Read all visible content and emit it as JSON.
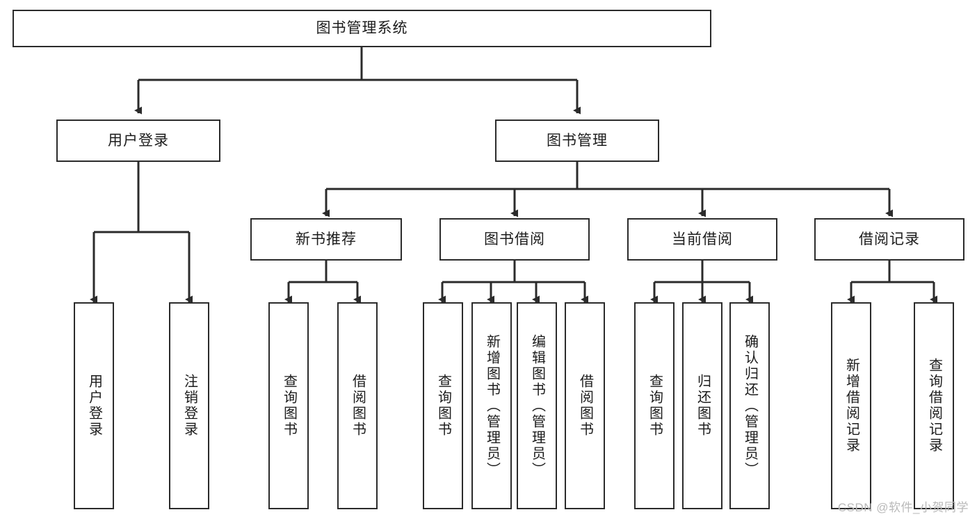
{
  "diagram": {
    "title": "图书管理系统",
    "type": "tree",
    "watermark": "CSDN @软件_小贺同学",
    "stroke_color": "#2b2b2b",
    "fill_color": "#ffffff",
    "text_color": "#1c1c1c",
    "watermark_color": "#b9b9b9"
  },
  "nodes": {
    "root": {
      "label": "图书管理系统",
      "level": 0
    },
    "l1": [
      {
        "id": "user_login",
        "label": "用户登录"
      },
      {
        "id": "book_manage",
        "label": "图书管理"
      }
    ],
    "l2": [
      {
        "id": "new_book_rec",
        "label": "新书推荐"
      },
      {
        "id": "book_borrow",
        "label": "图书借阅"
      },
      {
        "id": "current_borrow",
        "label": "当前借阅"
      },
      {
        "id": "borrow_record",
        "label": "借阅记录"
      }
    ],
    "leaves": [
      {
        "id": "leaf_user_login",
        "label": "用户登录",
        "parent": "user_login"
      },
      {
        "id": "leaf_logout",
        "label": "注销登录",
        "parent": "user_login"
      },
      {
        "id": "leaf_query_book_a",
        "label": "查询图书",
        "parent": "new_book_rec"
      },
      {
        "id": "leaf_borrow_book_a",
        "label": "借阅图书",
        "parent": "new_book_rec"
      },
      {
        "id": "leaf_query_book_b",
        "label": "查询图书",
        "parent": "book_borrow"
      },
      {
        "id": "leaf_add_book",
        "label": "新增图书（管理员）",
        "parent": "book_borrow"
      },
      {
        "id": "leaf_edit_book",
        "label": "编辑图书（管理员）",
        "parent": "book_borrow"
      },
      {
        "id": "leaf_borrow_book_b",
        "label": "借阅图书",
        "parent": "book_borrow"
      },
      {
        "id": "leaf_query_book_c",
        "label": "查询图书",
        "parent": "current_borrow"
      },
      {
        "id": "leaf_return_book",
        "label": "归还图书",
        "parent": "current_borrow"
      },
      {
        "id": "leaf_confirm_return",
        "label": "确认归还（管理员）",
        "parent": "current_borrow"
      },
      {
        "id": "leaf_add_record",
        "label": "新增借阅记录",
        "parent": "borrow_record"
      },
      {
        "id": "leaf_query_record",
        "label": "查询借阅记录",
        "parent": "borrow_record"
      }
    ]
  }
}
